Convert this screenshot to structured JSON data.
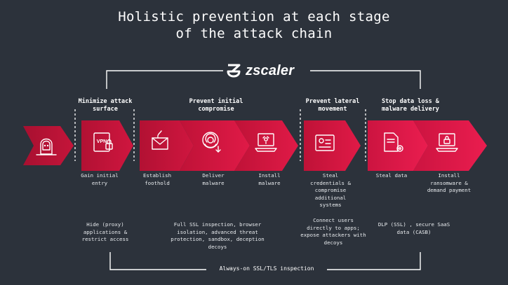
{
  "title": {
    "line1": "Holistic prevention at each stage",
    "line2": "of the attack chain"
  },
  "logo": {
    "text": "zscaler",
    "icon": "zscaler-logo-icon"
  },
  "stages": [
    {
      "title": "Minimize attack surface"
    },
    {
      "title": "Prevent initial compromise"
    },
    {
      "title": "Prevent lateral movement"
    },
    {
      "title": "Stop data loss & malware delivery"
    }
  ],
  "steps": [
    {
      "label": "",
      "icon": "hacker-icon"
    },
    {
      "label": "Gain initial entry",
      "icon": "vpn-lock-icon"
    },
    {
      "label": "Establish foothold",
      "icon": "phishing-envelope-icon"
    },
    {
      "label": "Deliver malware",
      "icon": "biohazard-download-icon"
    },
    {
      "label": "Install malware",
      "icon": "laptop-biohazard-icon"
    },
    {
      "label": "Steal credentials & compromise additional systems",
      "icon": "id-card-icon"
    },
    {
      "label": "Steal data",
      "icon": "document-gear-icon"
    },
    {
      "label": "Install ransomware & demand payment",
      "icon": "laptop-lock-icon"
    }
  ],
  "solutions": [
    "Hide (proxy) applications & restrict access",
    "Full SSL inspection, browser isolation, advanced threat protection, sandbox, deception decoys",
    "Connect users directly to apps; expose attackers with decoys",
    "DLP (SSL) , secure SaaS data (CASB)"
  ],
  "bracket_label": "Always-on SSL/TLS inspection",
  "colors": {
    "background": "#2c323b",
    "chevron_dark": "#9a0f2a",
    "chevron_light": "#e3184b"
  }
}
